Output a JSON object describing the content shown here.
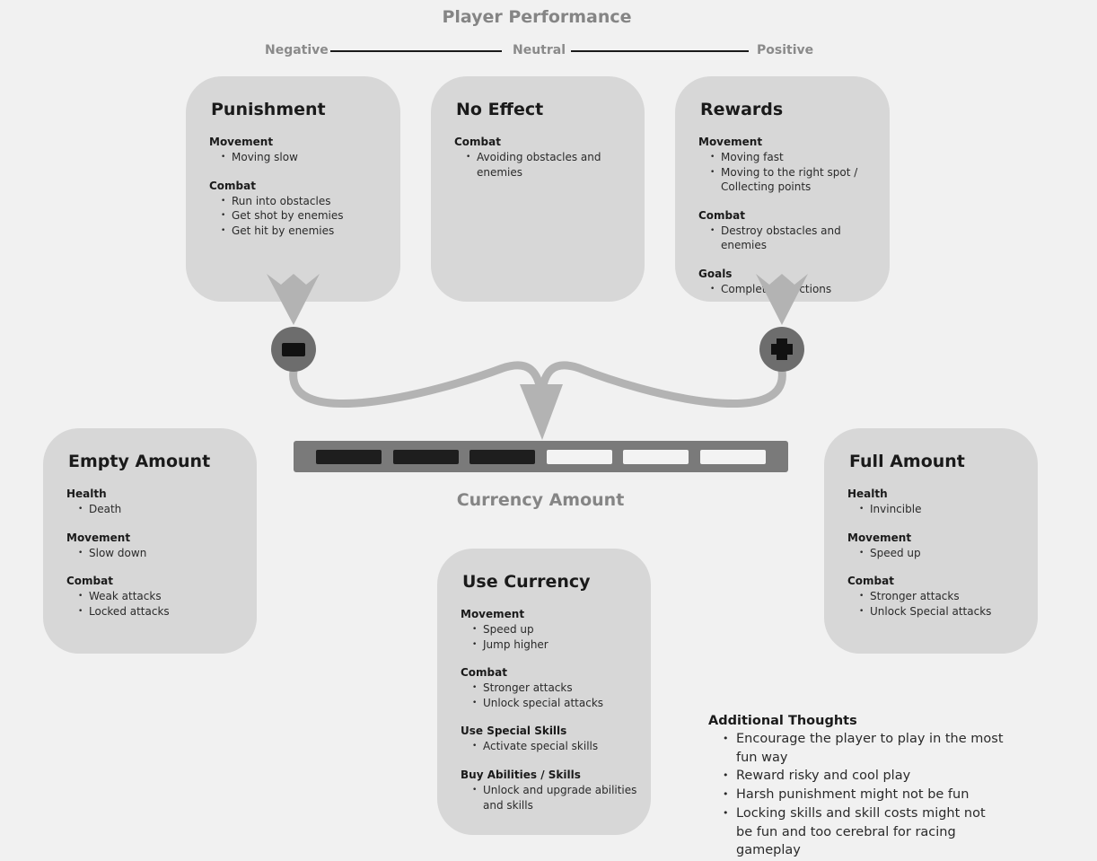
{
  "header": {
    "title": "Player Performance",
    "scale": {
      "negative": "Negative",
      "neutral": "Neutral",
      "positive": "Positive"
    }
  },
  "cards": {
    "punishment": {
      "title": "Punishment",
      "sections": [
        {
          "title": "Movement",
          "items": [
            "Moving slow"
          ]
        },
        {
          "title": "Combat",
          "items": [
            "Run into obstacles",
            "Get shot by enemies",
            "Get hit by enemies"
          ]
        }
      ]
    },
    "no_effect": {
      "title": "No Effect",
      "sections": [
        {
          "title": "Combat",
          "items": [
            "Avoiding obstacles and enemies"
          ]
        }
      ]
    },
    "rewards": {
      "title": "Rewards",
      "sections": [
        {
          "title": "Movement",
          "items": [
            "Moving fast",
            "Moving to the right spot / Collecting points"
          ]
        },
        {
          "title": "Combat",
          "items": [
            "Destroy obstacles and enemies"
          ]
        },
        {
          "title": "Goals",
          "items": [
            "Complete objections"
          ]
        }
      ]
    },
    "empty_amount": {
      "title": "Empty Amount",
      "sections": [
        {
          "title": "Health",
          "items": [
            "Death"
          ]
        },
        {
          "title": "Movement",
          "items": [
            "Slow down"
          ]
        },
        {
          "title": "Combat",
          "items": [
            "Weak attacks",
            "Locked attacks"
          ]
        }
      ]
    },
    "full_amount": {
      "title": "Full Amount",
      "sections": [
        {
          "title": "Health",
          "items": [
            "Invincible"
          ]
        },
        {
          "title": "Movement",
          "items": [
            "Speed up"
          ]
        },
        {
          "title": "Combat",
          "items": [
            "Stronger attacks",
            "Unlock Special attacks"
          ]
        }
      ]
    },
    "use_currency": {
      "title": "Use Currency",
      "sections": [
        {
          "title": "Movement",
          "items": [
            "Speed up",
            "Jump higher"
          ]
        },
        {
          "title": "Combat",
          "items": [
            "Stronger attacks",
            "Unlock special attacks"
          ]
        },
        {
          "title": "Use Special Skills",
          "items": [
            "Activate special skills"
          ]
        },
        {
          "title": "Buy Abilities / Skills",
          "items": [
            "Unlock and upgrade abilities and skills"
          ]
        }
      ]
    }
  },
  "meter": {
    "label": "Currency Amount",
    "filled": 3,
    "total": 6,
    "minus_icon": "minus-icon",
    "plus_icon": "plus-icon"
  },
  "additional_thoughts": {
    "title": "Additional Thoughts",
    "items": [
      "Encourage the player to play in the most fun way",
      "Reward risky and cool play",
      "Harsh punishment might not be fun",
      "Locking skills and skill costs might not be fun and too cerebral for racing gameplay"
    ]
  },
  "colors": {
    "background": "#f1f1f1",
    "card": "#d7d7d7",
    "arrow": "#b3b3b3",
    "circle": "#6d6d6d",
    "meter": "#7a7a7a",
    "segment_filled": "#1e1e1e",
    "segment_empty": "#f3f3f3",
    "label": "#858585"
  }
}
